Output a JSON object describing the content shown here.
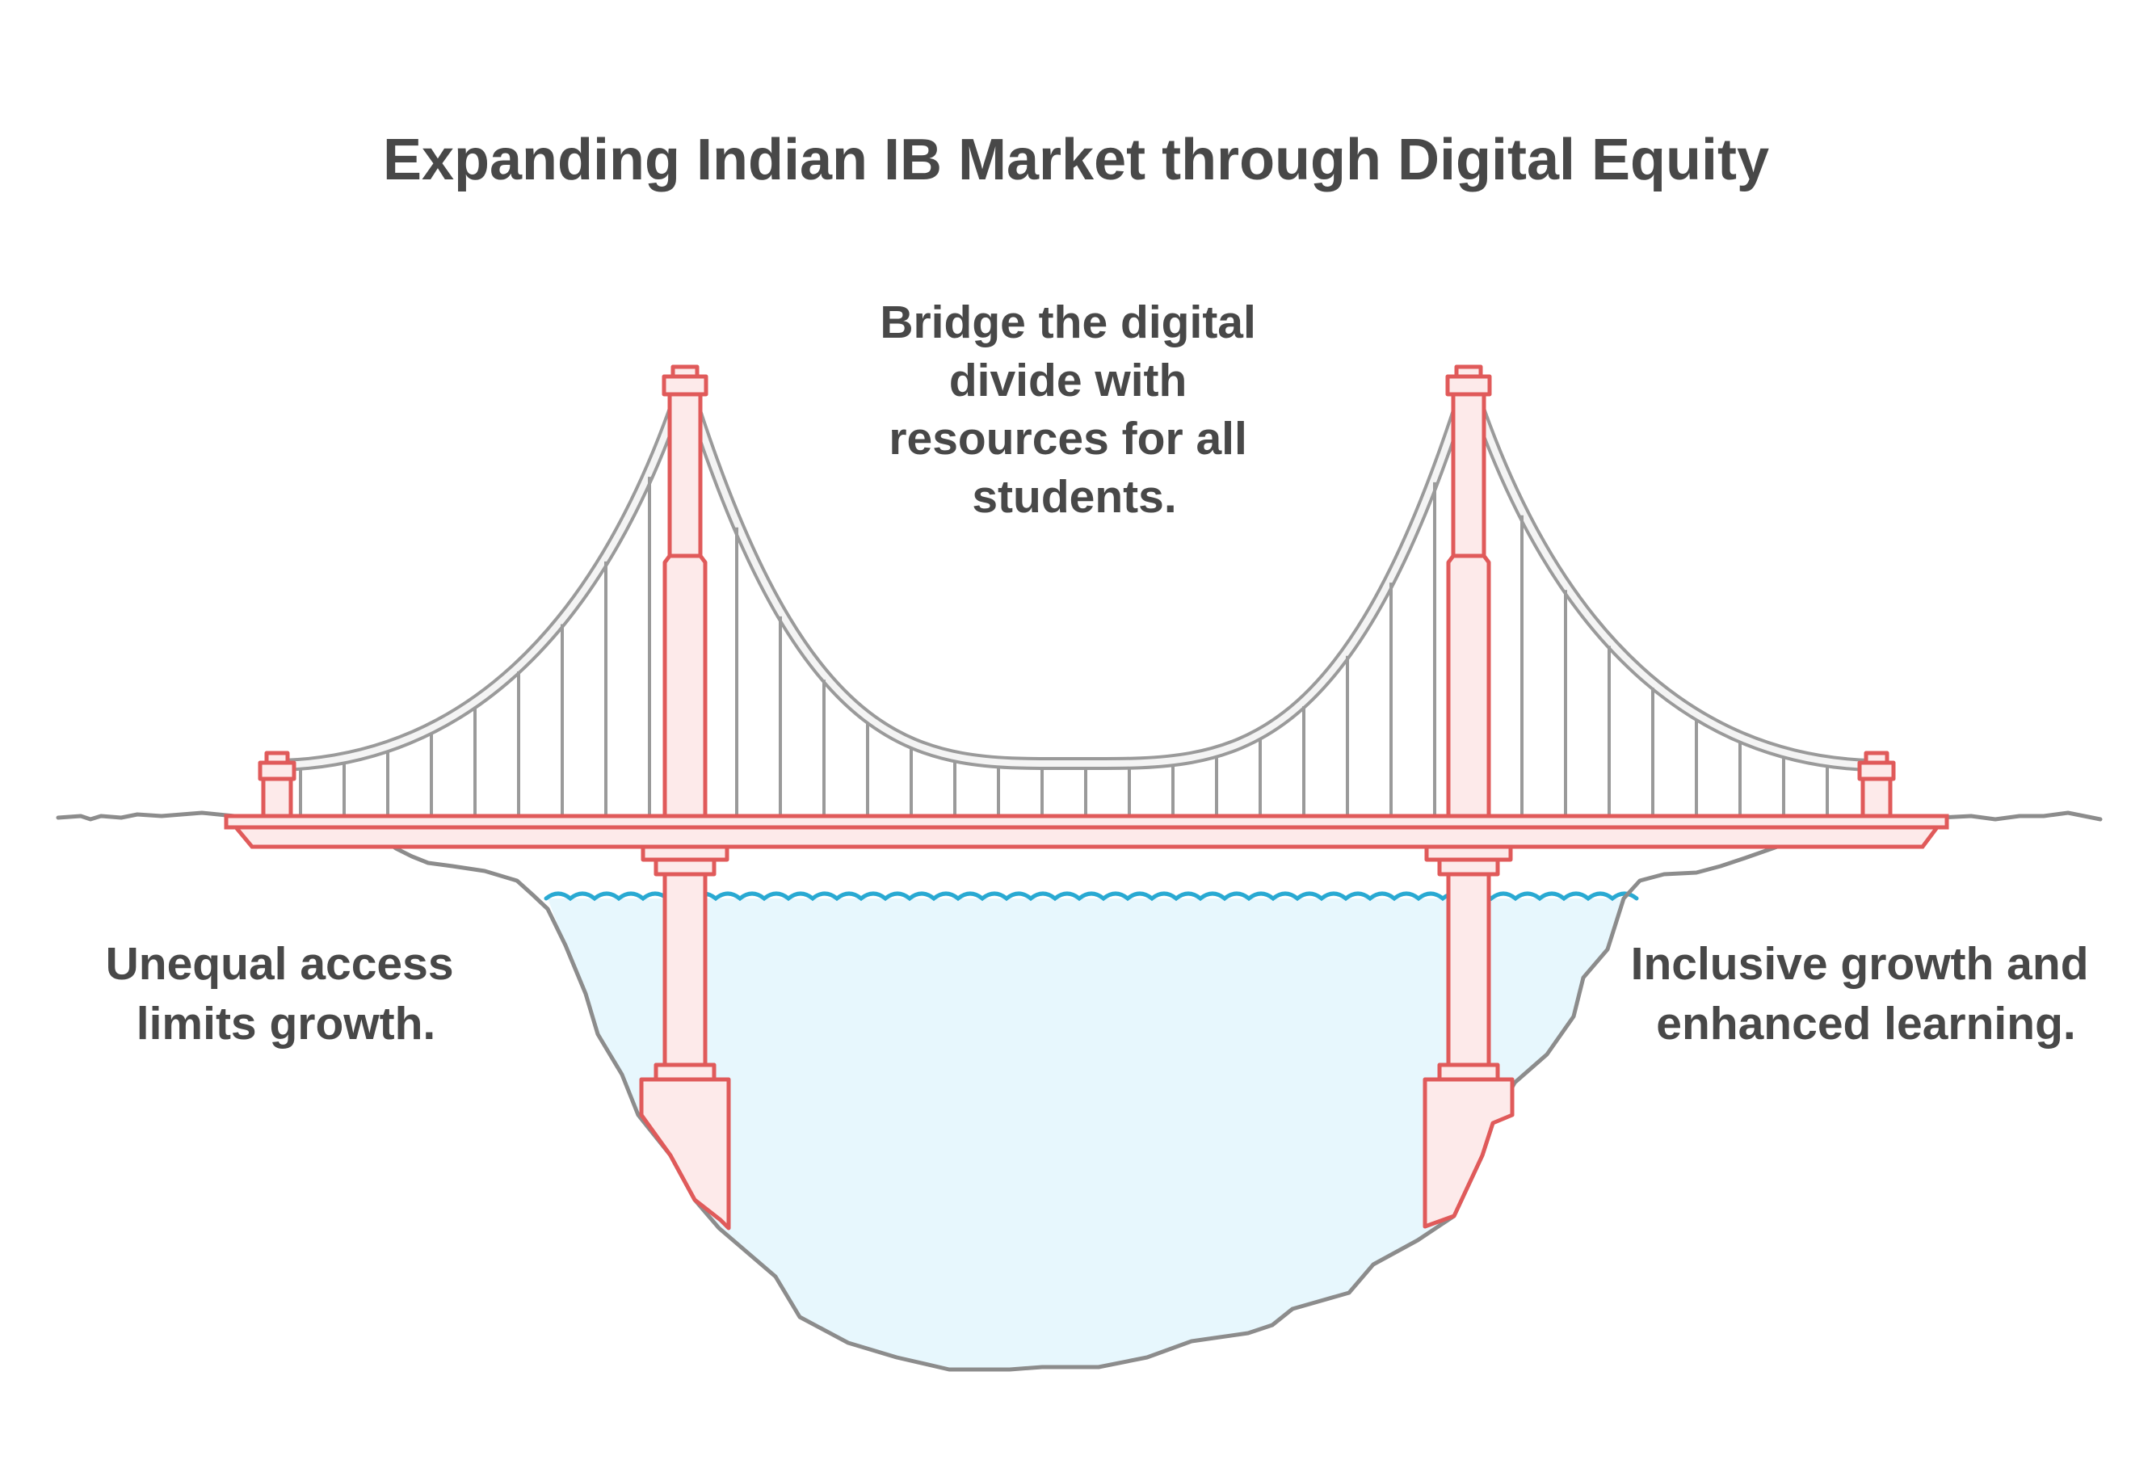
{
  "title": "Expanding Indian IB Market through Digital Equity",
  "captions": {
    "middle": [
      "Bridge the digital",
      "divide with",
      "resources for all",
      "students."
    ],
    "left": [
      "Unequal access",
      "limits growth."
    ],
    "right": [
      "Inclusive growth and",
      "enhanced learning."
    ]
  },
  "colors": {
    "tower_stroke": "#e05a5a",
    "tower_fill": "#fdeaea",
    "cable": "#9a9a9a",
    "water": "#e7f7fd",
    "wave": "#29a9d2",
    "ground": "#8c8c8c",
    "text": "#484848"
  }
}
